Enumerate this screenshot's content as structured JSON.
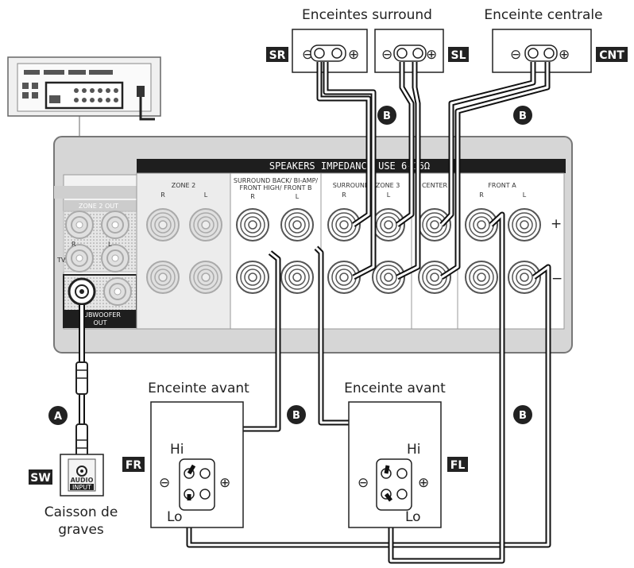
{
  "labels": {
    "surround_speakers": "Enceintes surround",
    "center_speaker": "Enceinte centrale",
    "front_speaker_right": "Enceinte avant",
    "front_speaker_left": "Enceinte avant",
    "subwoofer_line1": "Caisson de",
    "subwoofer_line2": "graves"
  },
  "tags": {
    "sr": "SR",
    "sl": "SL",
    "cnt": "CNT",
    "fr": "FR",
    "fl": "FL",
    "sw": "SW"
  },
  "cable_letters": {
    "a": "A",
    "b": "B"
  },
  "panel": {
    "speakers_strip": "SPEAKERS IMPEDANCE USE 6-16Ω",
    "zone2": "ZONE 2",
    "zone2_out": "ZONE 2 OUT",
    "surround_back_line1": "SURROUND BACK/ BI-AMP/",
    "surround_back_line2": "FRONT HIGH/ FRONT B",
    "surround_zone3": "SURROUND / ZONE 3",
    "center": "CENTER",
    "front_a": "FRONT A",
    "r": "R",
    "l": "L",
    "tv": "TV",
    "subwoofer_line1": "SUBWOOFER",
    "subwoofer_line2": "OUT",
    "plus": "+",
    "minus": "−"
  },
  "subwoofer_input": {
    "line1": "AUDIO",
    "line2": "INPUT"
  },
  "terminal_marks": {
    "hi": "Hi",
    "lo": "Lo",
    "plus": "⊕",
    "minus": "⊖"
  }
}
